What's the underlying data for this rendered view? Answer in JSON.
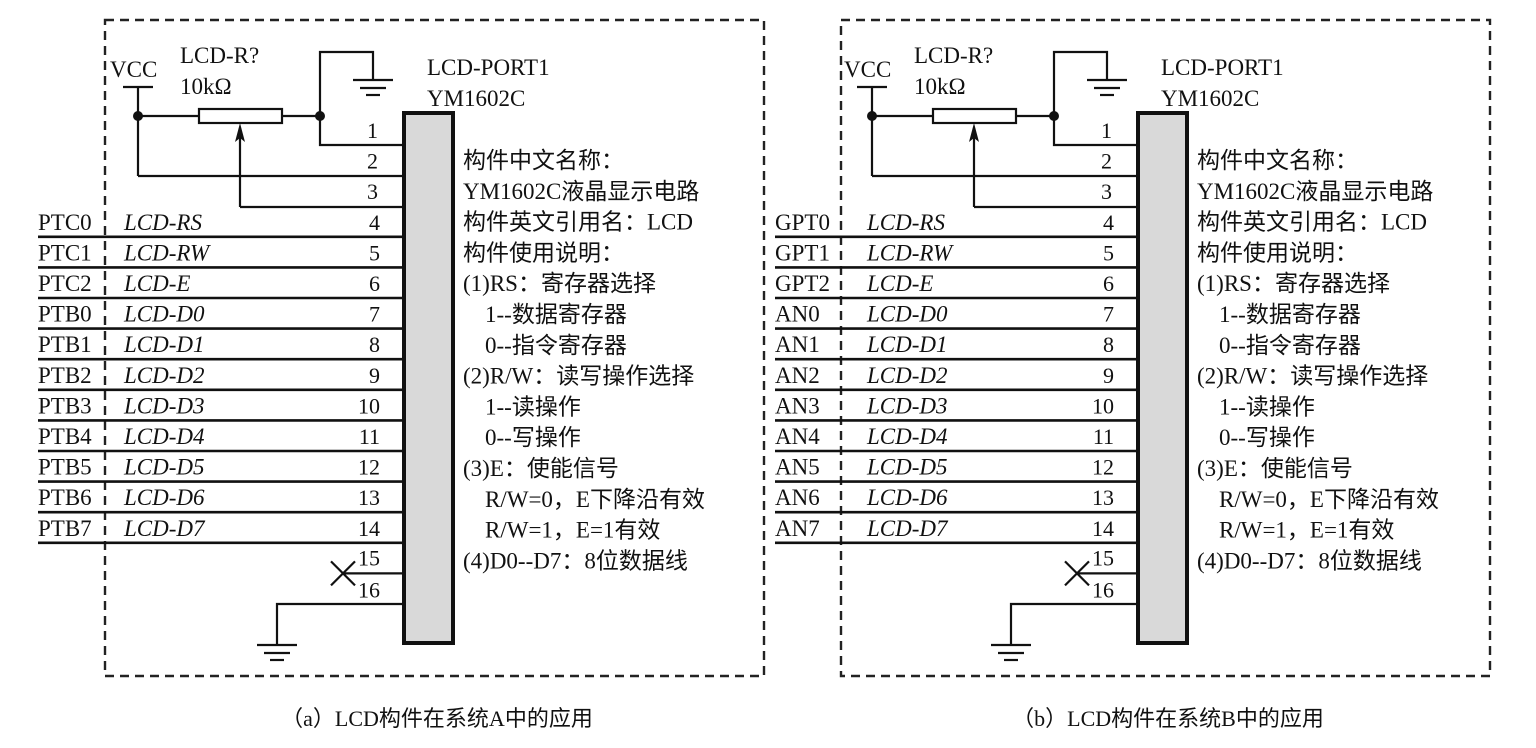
{
  "figure": {
    "panels": [
      {
        "id": "a",
        "caption": "（a）LCD构件在系统A中的应用",
        "vcc_label": "VCC",
        "resistor_name": "LCD-R?",
        "resistor_value": "10kΩ",
        "connector_name": "LCD-PORT1",
        "connector_model": "YM1602C",
        "pins_top": [
          "1",
          "2",
          "3"
        ],
        "signals": [
          {
            "port": "PTC0",
            "net": "LCD-RS",
            "pin": "4"
          },
          {
            "port": "PTC1",
            "net": "LCD-RW",
            "pin": "5"
          },
          {
            "port": "PTC2",
            "net": "LCD-E",
            "pin": "6"
          },
          {
            "port": "PTB0",
            "net": "LCD-D0",
            "pin": "7"
          },
          {
            "port": "PTB1",
            "net": "LCD-D1",
            "pin": "8"
          },
          {
            "port": "PTB2",
            "net": "LCD-D2",
            "pin": "9"
          },
          {
            "port": "PTB3",
            "net": "LCD-D3",
            "pin": "10"
          },
          {
            "port": "PTB4",
            "net": "LCD-D4",
            "pin": "11"
          },
          {
            "port": "PTB5",
            "net": "LCD-D5",
            "pin": "12"
          },
          {
            "port": "PTB6",
            "net": "LCD-D6",
            "pin": "13"
          },
          {
            "port": "PTB7",
            "net": "LCD-D7",
            "pin": "14"
          }
        ],
        "pins_bottom": [
          "15",
          "16"
        ]
      },
      {
        "id": "b",
        "caption": "（b）LCD构件在系统B中的应用",
        "vcc_label": "VCC",
        "resistor_name": "LCD-R?",
        "resistor_value": "10kΩ",
        "connector_name": "LCD-PORT1",
        "connector_model": "YM1602C",
        "pins_top": [
          "1",
          "2",
          "3"
        ],
        "signals": [
          {
            "port": "GPT0",
            "net": "LCD-RS",
            "pin": "4"
          },
          {
            "port": "GPT1",
            "net": "LCD-RW",
            "pin": "5"
          },
          {
            "port": "GPT2",
            "net": "LCD-E",
            "pin": "6"
          },
          {
            "port": "AN0",
            "net": "LCD-D0",
            "pin": "7"
          },
          {
            "port": "AN1",
            "net": "LCD-D1",
            "pin": "8"
          },
          {
            "port": "AN2",
            "net": "LCD-D2",
            "pin": "9"
          },
          {
            "port": "AN3",
            "net": "LCD-D3",
            "pin": "10"
          },
          {
            "port": "AN4",
            "net": "LCD-D4",
            "pin": "11"
          },
          {
            "port": "AN5",
            "net": "LCD-D5",
            "pin": "12"
          },
          {
            "port": "AN6",
            "net": "LCD-D6",
            "pin": "13"
          },
          {
            "port": "AN7",
            "net": "LCD-D7",
            "pin": "14"
          }
        ],
        "pins_bottom": [
          "15",
          "16"
        ]
      }
    ],
    "description_lines": [
      "构件中文名称：",
      "YM1602C液晶显示电路",
      "构件英文引用名：LCD",
      "构件使用说明：",
      "(1)RS：寄存器选择",
      "  1--数据寄存器",
      "  0--指令寄存器",
      "(2)R/W：读写操作选择",
      "  1--读操作",
      "  0--写操作",
      "(3)E：使能信号",
      "  R/W=0，E下降沿有效",
      "  R/W=1，E=1有效",
      "(4)D0--D7：8位数据线"
    ]
  }
}
